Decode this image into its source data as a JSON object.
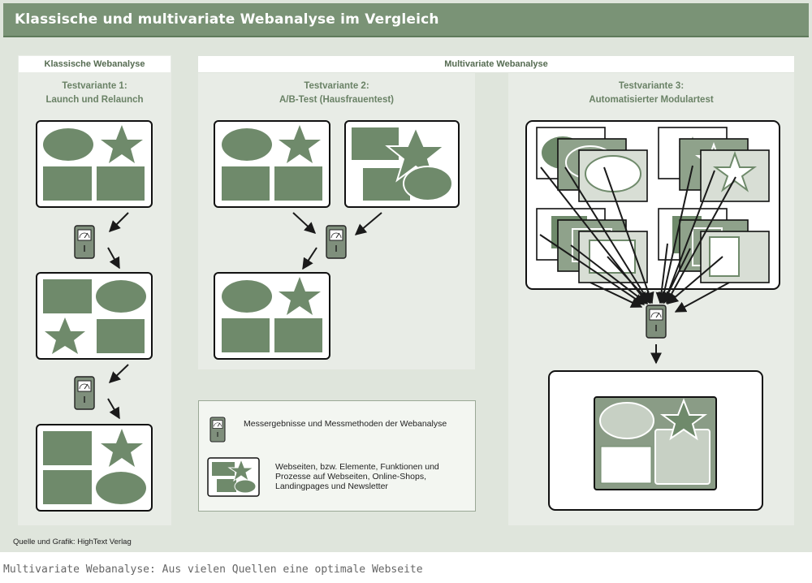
{
  "title": "Klassische und multivariate Webanalyse im Vergleich",
  "panels": {
    "classic_header": "Klassische Webanalyse",
    "multivariate_header": "Multivariate Webanalyse"
  },
  "variants": {
    "v1_line1": "Testvariante 1:",
    "v1_line2": "Launch und Relaunch",
    "v2_line1": "Testvariante 2:",
    "v2_line2": "A/B-Test (Hausfrauentest)",
    "v3_line1": "Testvariante 3:",
    "v3_line2": "Automatisierter Modulartest"
  },
  "legend": {
    "meter_text": "Messergebnisse und Messmethoden der Webanalyse",
    "page_text_1": "Webseiten, bzw. Elemente, Funktionen und",
    "page_text_2": "Prozesse auf Webseiten, Online-Shops,",
    "page_text_3": "Landingpages und Newsletter"
  },
  "source": "Quelle und Grafik: HighText Verlag",
  "caption": "Multivariate Webanalyse: Aus vielen Quellen eine optimale Webseite",
  "colors": {
    "title_bg": "#7a9376",
    "shape_green": "#6f8a6b",
    "panel_bg": "#e8ece6",
    "frame_bg": "#dfe5dc"
  }
}
